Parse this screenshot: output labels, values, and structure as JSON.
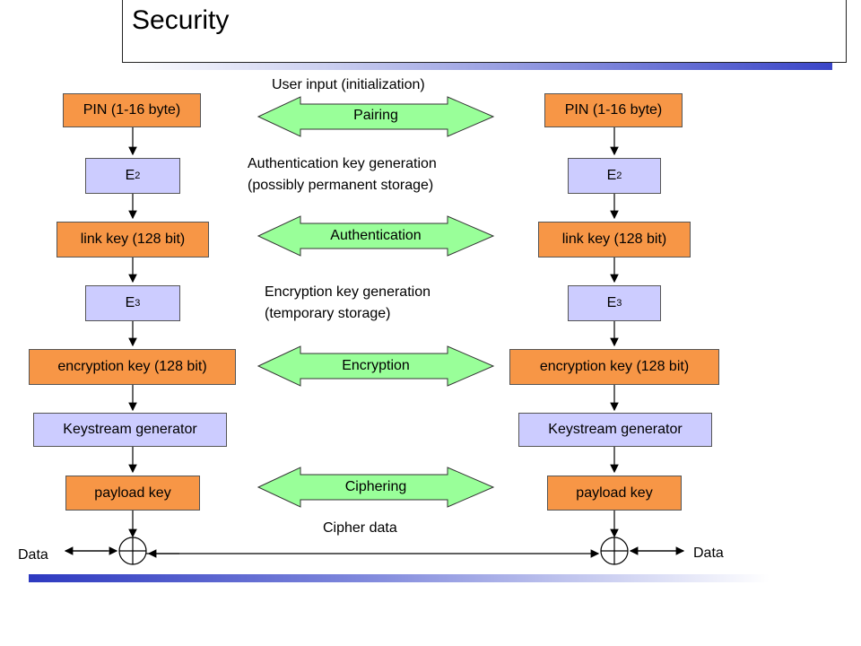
{
  "title": "Security",
  "left": {
    "pin": "PIN (1-16 byte)",
    "e2": "E",
    "e2_sub": "2",
    "link_key": "link key (128 bit)",
    "e3": "E",
    "e3_sub": "3",
    "enc_key": "encryption key (128 bit)",
    "keystream": "Keystream generator",
    "payload": "payload key",
    "data": "Data"
  },
  "right": {
    "pin": "PIN (1-16 byte)",
    "e2": "E",
    "e2_sub": "2",
    "link_key": "link key (128 bit)",
    "e3": "E",
    "e3_sub": "3",
    "enc_key": "encryption key (128 bit)",
    "keystream": "Keystream generator",
    "payload": "payload key",
    "data": "Data"
  },
  "middle": {
    "user_input": "User input (initialization)",
    "pairing": "Pairing",
    "auth_gen_line1": "Authentication key generation",
    "auth_gen_line2": "(possibly permanent storage)",
    "authentication": "Authentication",
    "enc_gen_line1": "Encryption key generation",
    "enc_gen_line2": "(temporary storage)",
    "encryption": "Encryption",
    "ciphering": "Ciphering",
    "cipher_data": "Cipher data"
  },
  "colors": {
    "orange": "#f79646",
    "lavender": "#ccccff",
    "green": "#99ff99"
  }
}
